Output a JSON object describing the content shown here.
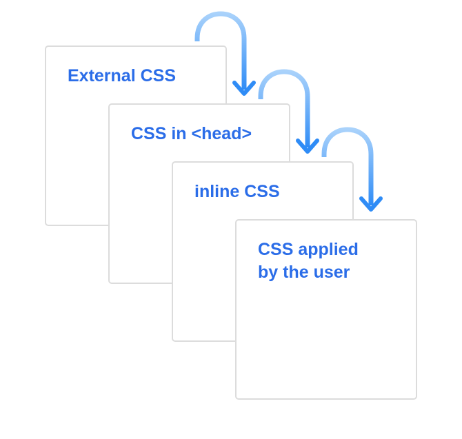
{
  "diagram": {
    "accent_color": "#2b6de8",
    "arrow_color_start": "#a9d2fb",
    "arrow_color_end": "#2f8cf6",
    "border_color": "#dcdcdc",
    "cards": [
      {
        "label": "External CSS"
      },
      {
        "label": "CSS in <head>"
      },
      {
        "label": "inline CSS"
      },
      {
        "label": "CSS applied\nby the user"
      }
    ],
    "arrows": [
      {
        "icon": "curved-arrow-icon"
      },
      {
        "icon": "curved-arrow-icon"
      },
      {
        "icon": "curved-arrow-icon"
      }
    ]
  }
}
